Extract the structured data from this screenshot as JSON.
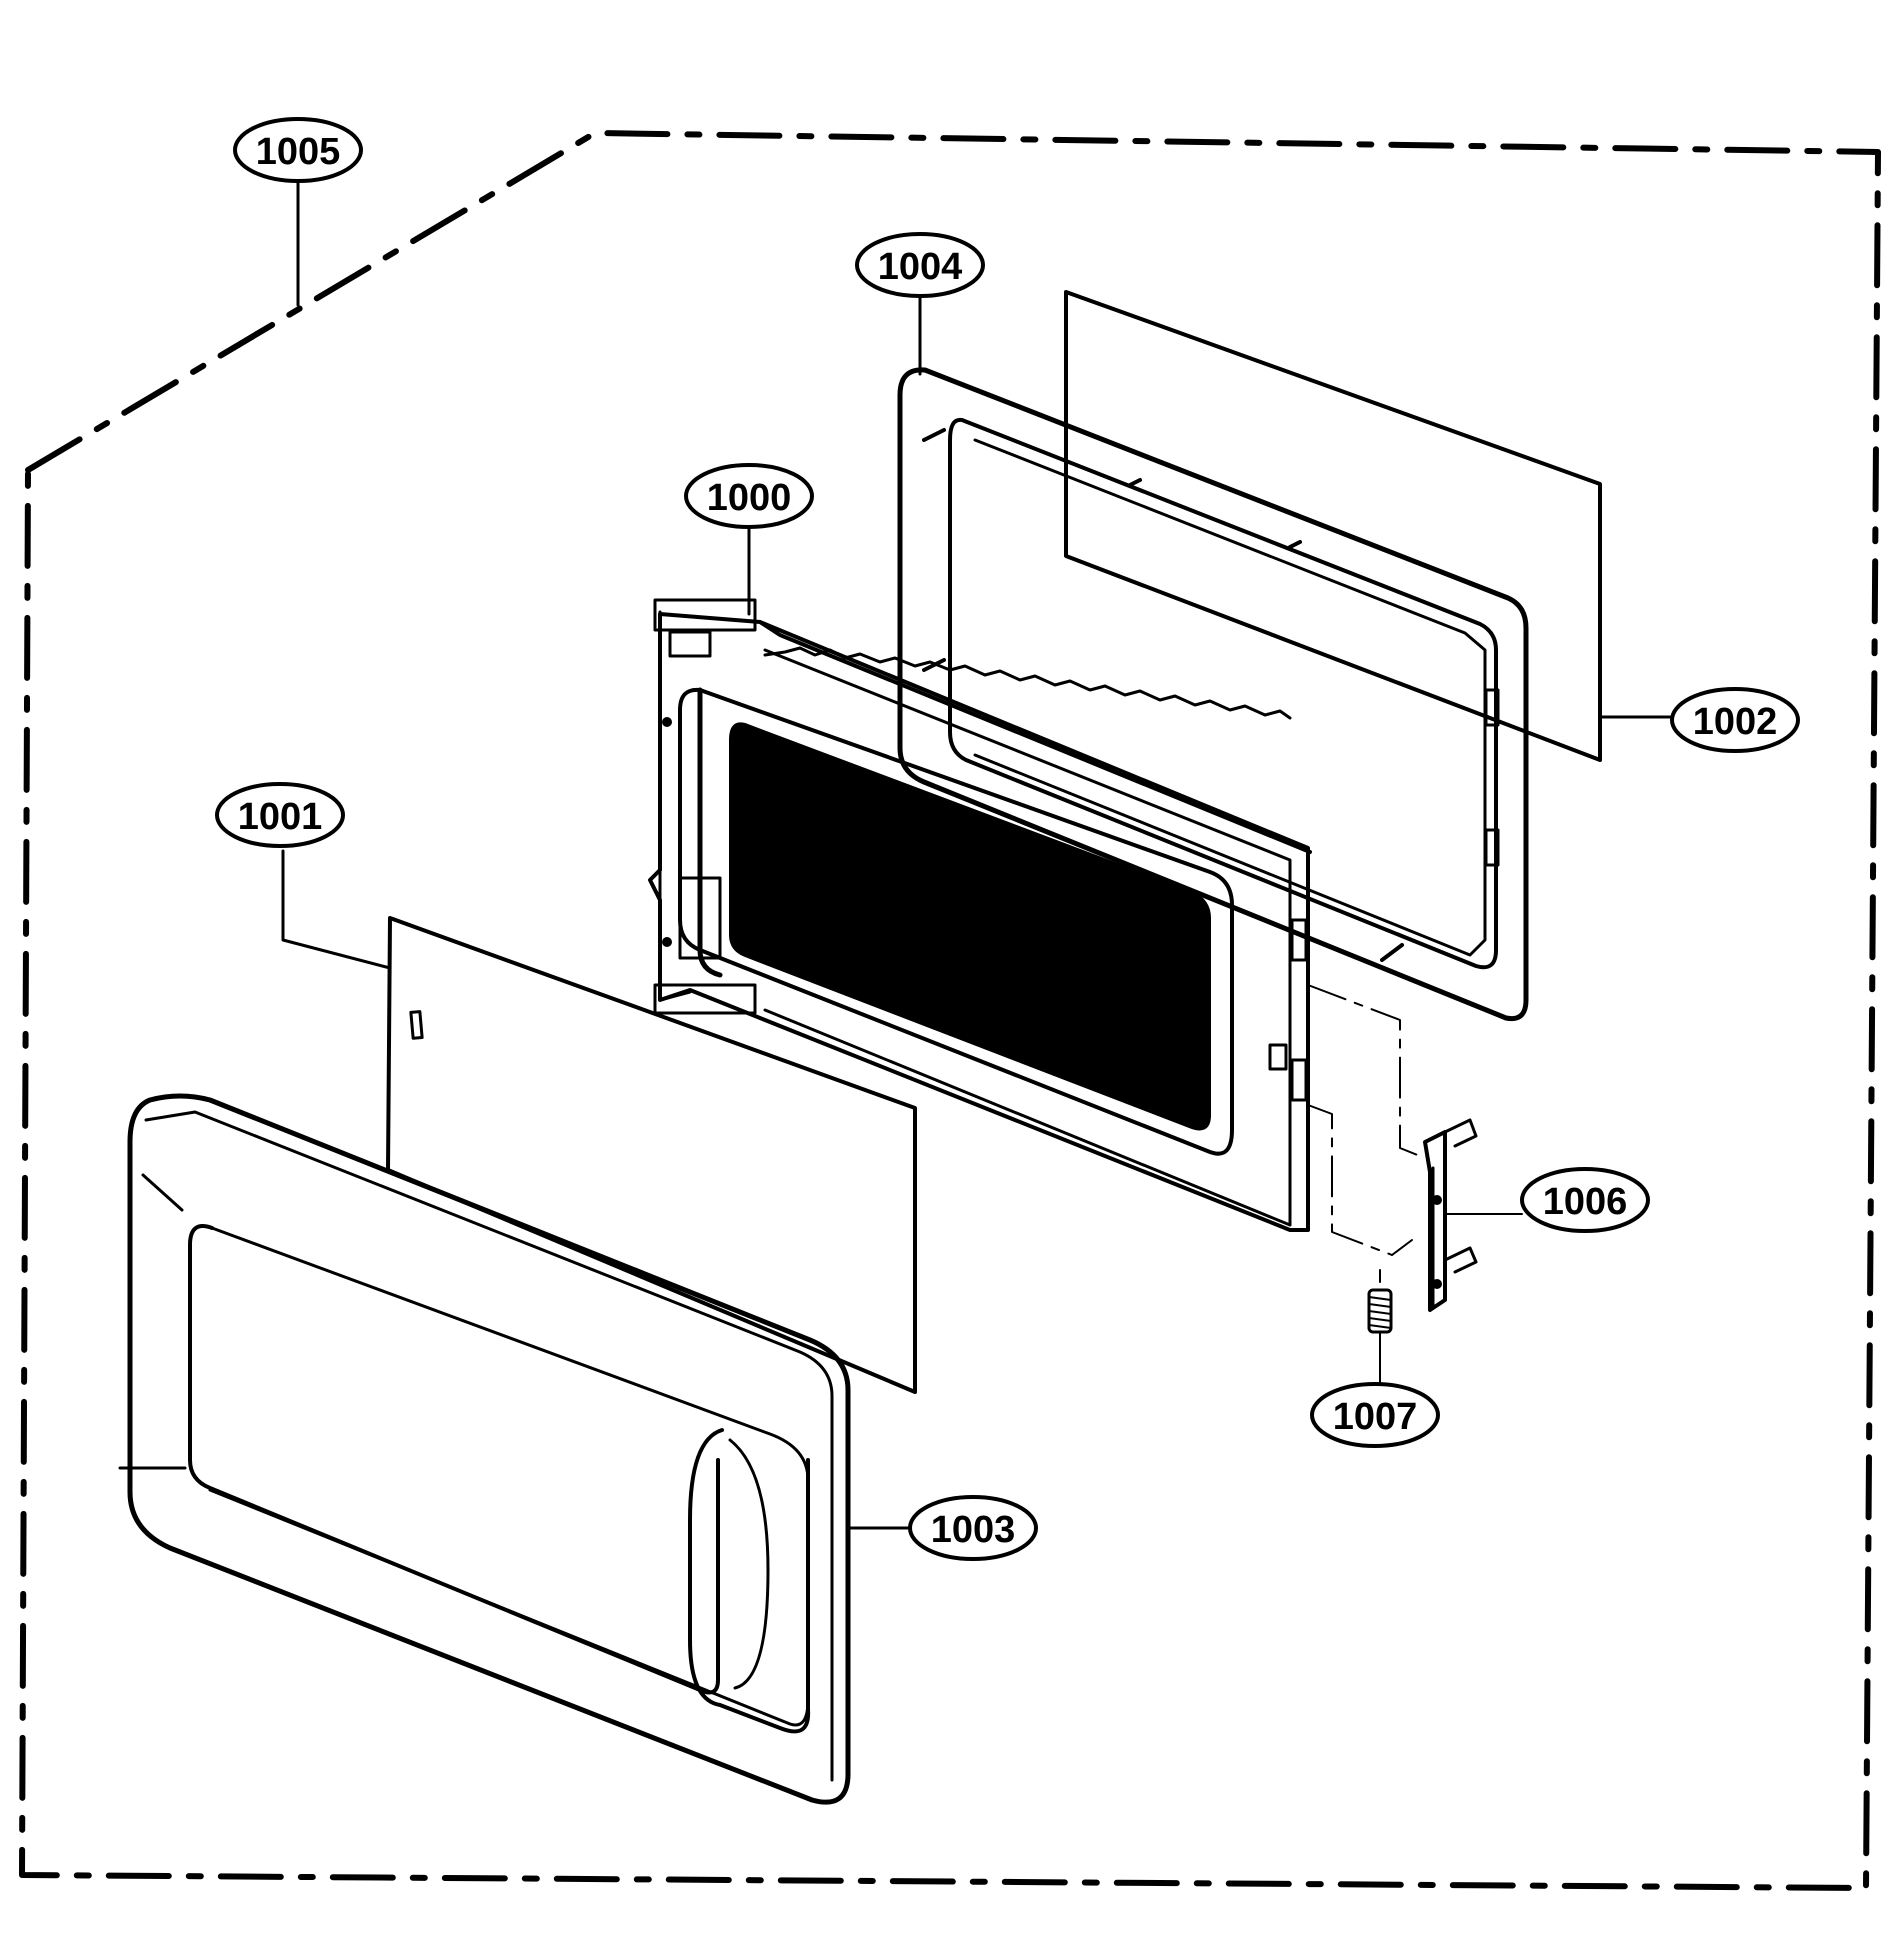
{
  "diagram": {
    "colors": {
      "ink": "#000000",
      "paper": "#ffffff"
    },
    "callouts": [
      {
        "id": "1000",
        "label": "1000"
      },
      {
        "id": "1001",
        "label": "1001"
      },
      {
        "id": "1002",
        "label": "1002"
      },
      {
        "id": "1003",
        "label": "1003"
      },
      {
        "id": "1004",
        "label": "1004"
      },
      {
        "id": "1005",
        "label": "1005"
      },
      {
        "id": "1006",
        "label": "1006"
      },
      {
        "id": "1007",
        "label": "1007"
      }
    ]
  }
}
